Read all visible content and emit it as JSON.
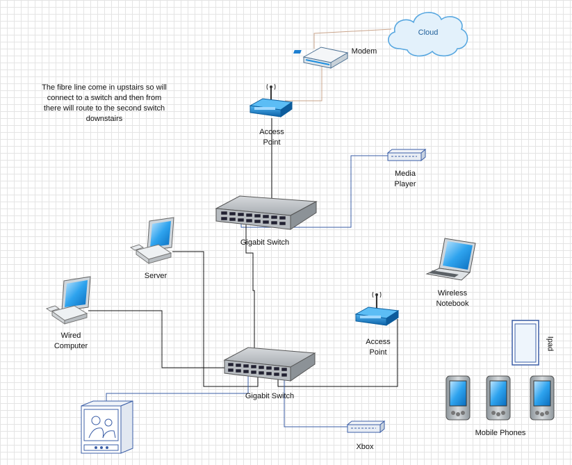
{
  "note": {
    "lines": [
      "The fibre line come in upstairs so will",
      "connect to a switch and then from",
      "there will route to the second switch",
      "downstairs"
    ]
  },
  "labels": {
    "cloud": "Cloud",
    "modem": "Modem",
    "access_point_top": "Access\nPoint",
    "media_player": "Media\nPlayer",
    "switch_top": "Gigabit Switch",
    "server": "Server",
    "wired_computer": "Wired\nComputer",
    "wireless_notebook": "Wireless\nNotebook",
    "access_point_mid": "Access\nPoint",
    "ipad": "Ipad",
    "switch_bottom": "Gigabit Switch",
    "mobile_phones": "Mobile Phones",
    "xbox": "Xbox"
  },
  "colors": {
    "device_blue": "#2f95d8",
    "device_blue_dark": "#0b5d9c",
    "switch_gray": "#9da3a8",
    "link_black": "#111111",
    "link_blue": "#3a5da6",
    "link_brown": "#c9a48b",
    "cloud_fill": "#e3f1fb",
    "cloud_stroke": "#57a7e0"
  }
}
